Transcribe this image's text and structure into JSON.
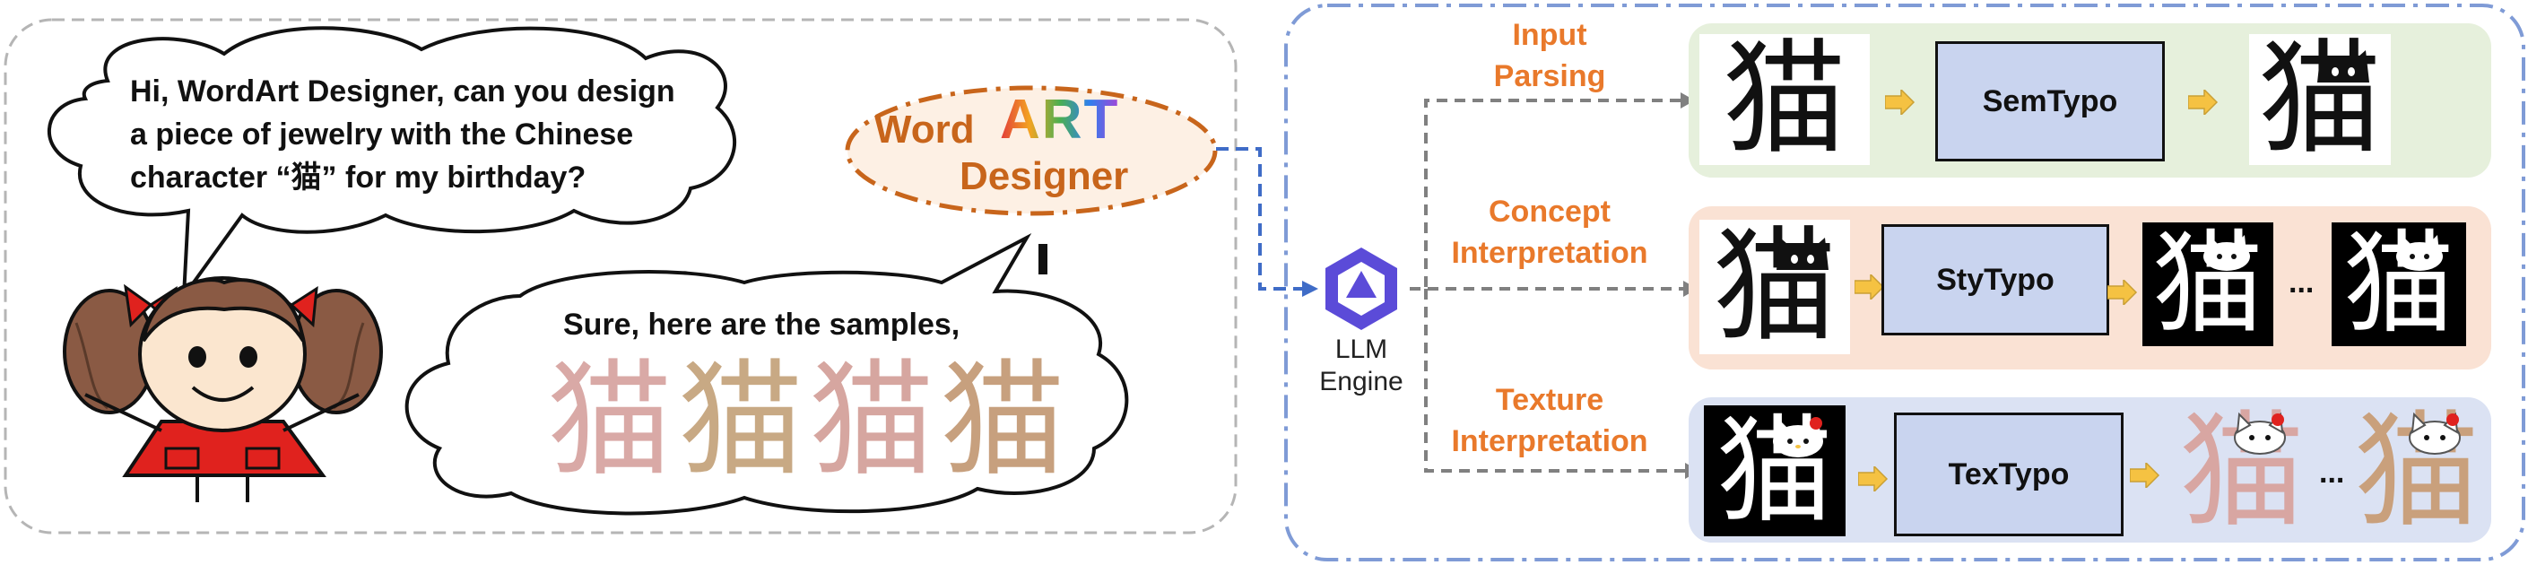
{
  "chat": {
    "user_message_lines": [
      "Hi, WordArt Designer, can you design",
      "a piece of jewelry with the Chinese",
      "character “猫” for my birthday?"
    ],
    "reply_text": "Sure, here are the samples,"
  },
  "logo": {
    "word_text": "Word",
    "art_text": "ART",
    "designer_text": "Designer"
  },
  "engine": {
    "line1": "LLM",
    "line2": "Engine"
  },
  "glyph": "猫",
  "rows": [
    {
      "label_lines": [
        "Input",
        "Parsing"
      ],
      "box_label": "SemTypo",
      "panel_color": "#e6f0dc"
    },
    {
      "label_lines": [
        "Concept",
        "Interpretation"
      ],
      "box_label": "StyTypo",
      "ellipsis": "...",
      "panel_color": "#fae2d4"
    },
    {
      "label_lines": [
        "Texture",
        "Interpretation"
      ],
      "box_label": "TexTypo",
      "ellipsis": "...",
      "panel_color": "#dbe2f3"
    }
  ],
  "colors": {
    "label_orange": "#e9792b",
    "frame_blue": "#7f9bd6",
    "arrow_yellow": "#f5c242",
    "logo_orange": "#c8651b"
  }
}
